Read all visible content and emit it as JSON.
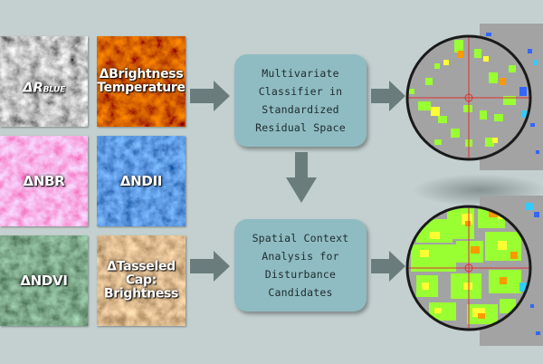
{
  "inputs": [
    {
      "id": "r-blue",
      "label_prefix": "ΔR",
      "label_sub": "BLUE"
    },
    {
      "id": "brightness-temp",
      "label": "ΔBrightness\nTemperature"
    },
    {
      "id": "nbr",
      "label": "ΔNBR"
    },
    {
      "id": "ndii",
      "label": "ΔNDII"
    },
    {
      "id": "ndvi",
      "label": "ΔNDVI"
    },
    {
      "id": "tasseled-cap",
      "label": "ΔTasseled\nCap:\nBrightness"
    }
  ],
  "processes": {
    "classifier": "Multivariate\nClassifier in\nStandardized\nResidual Space",
    "spatial": "Spatial Context\nAnalysis for\nDisturbance\nCandidates"
  },
  "colors": {
    "background": "#c3d0cf",
    "process_box": "#8fbcc2",
    "arrow": "#6a7c7c",
    "map_gray": "#a3a3a3",
    "map_green": "#99ff33",
    "map_yellow": "#ffff33",
    "map_orange": "#ff9900",
    "map_blue": "#3366ff",
    "map_cyan": "#33ccff",
    "crosshair": "#e03030"
  }
}
